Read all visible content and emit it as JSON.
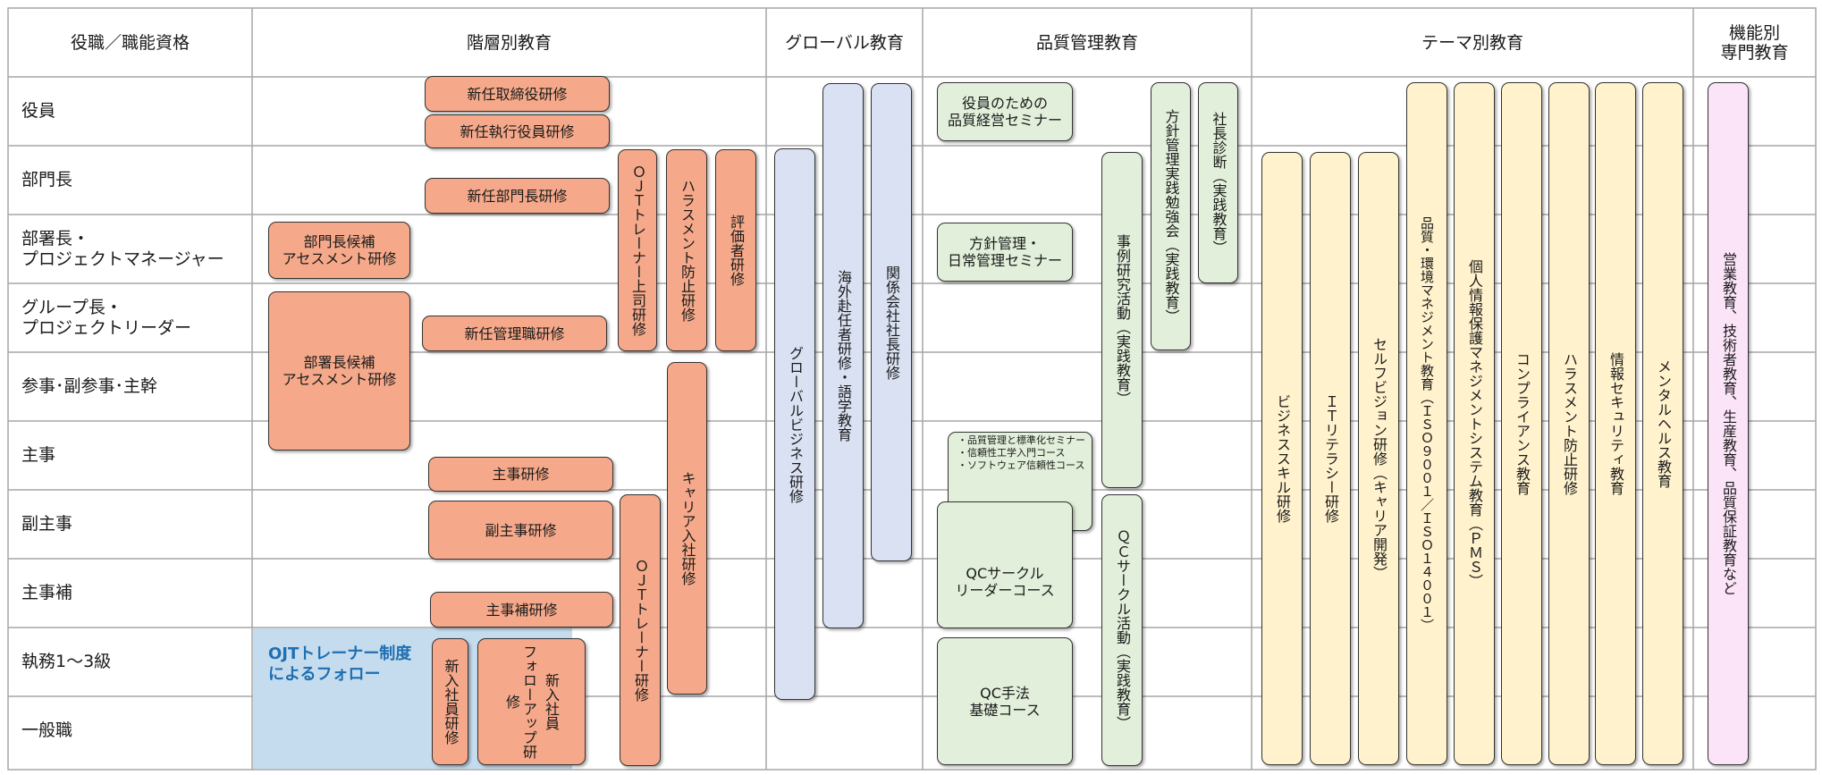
{
  "headers": {
    "roles": "役職／職能資格",
    "hierarchy": "階層別教育",
    "global": "グローバル教育",
    "quality": "品質管理教育",
    "theme": "テーマ別教育",
    "functional_line1": "機能別",
    "functional_line2": "専門教育"
  },
  "roles": [
    {
      "line1": "役員",
      "line2": ""
    },
    {
      "line1": "部門長",
      "line2": ""
    },
    {
      "line1": "部署長・",
      "line2": "プロジェクトマネージャー"
    },
    {
      "line1": "グループ長・",
      "line2": "プロジェクトリーダー"
    },
    {
      "line1": "参事･副参事･主幹",
      "line2": ""
    },
    {
      "line1": "主事",
      "line2": ""
    },
    {
      "line1": "副主事",
      "line2": ""
    },
    {
      "line1": "主事補",
      "line2": ""
    },
    {
      "line1": "執務1～3級",
      "line2": ""
    },
    {
      "line1": "一般職",
      "line2": ""
    }
  ],
  "hierarchy": {
    "new_director": "新任取締役研修",
    "new_exec_officer": "新任執行役員研修",
    "new_dept_head": "新任部門長研修",
    "new_manager": "新任管理職研修",
    "dept_head_candidate_1": "部門長候補",
    "dept_head_candidate_2": "アセスメント研修",
    "section_head_candidate_1": "部署長候補",
    "section_head_candidate_2": "アセスメント研修",
    "ojt_supervisor": "ＯＪＴトレーナー上司研修",
    "harassment_prevention": "ハラスメント防止研修",
    "evaluator": "評価者研修",
    "career_hire": "キャリア入社研修",
    "shuji": "主事研修",
    "fukushuji": "副主事研修",
    "shujiho": "主事補研修",
    "ojt_trainer": "ＯＪＴトレーナー研修",
    "new_employee": "新入社員研修",
    "new_employee_followup_a": "新入社員",
    "new_employee_followup_b": "フォローアップ研修",
    "ojt_system_line1": "OJTトレーナー制度",
    "ojt_system_line2": "によるフォロー"
  },
  "global": {
    "global_business": "グローバルビジネス研修",
    "overseas": "海外赴任者研修・語学教育",
    "affiliate_president": "関係会社社長研修"
  },
  "quality": {
    "exec_seminar_1": "役員のための",
    "exec_seminar_2": "品質経営セミナー",
    "policy_seminar_1": "方針管理・",
    "policy_seminar_2": "日常管理セミナー",
    "policy_study": "方針管理実践勉強会（実践教育）",
    "president_diagnosis": "社長診断（実践教育）",
    "case_study": "事例研究活動（実践教育）",
    "std_seminar": "・品質管理と標準化セミナー",
    "reliability_intro": "・信頼性工学入門コース",
    "software_reliability": "・ソフトウェア信頼性コース",
    "qc_leader_1": "QCサークル",
    "qc_leader_2": "リーダーコース",
    "qc_circle": "ＱＣサークル活動（実践教育）",
    "qc_basic_1": "QC手法",
    "qc_basic_2": "基礎コース"
  },
  "theme": [
    "ビジネススキル研修",
    "ＩＴリテラシー研修",
    "セルフビジョン研修（キャリア開発）",
    "品質・環境マネジメント教育（ＩＳＯ９００１／ＩＳＯ１４００１）",
    "個人情報保護マネジメントシステム教育（ＰＭＳ）",
    "コンプライアンス教育",
    "ハラスメント防止研修",
    "情報セキュリティ教育",
    "メンタルヘルス教育"
  ],
  "functional": "営業教育、技術者教育、生産教育、品質保証教育など",
  "colors": {
    "hierarchy": "#f5a98a",
    "global": "#d9e1f3",
    "quality": "#e2efda",
    "theme": "#fff2cc",
    "functional": "#fce4f8",
    "ojt_area": "#c5dcee",
    "ojt_text": "#1f6fb2",
    "grid": "#a6a6a6"
  }
}
